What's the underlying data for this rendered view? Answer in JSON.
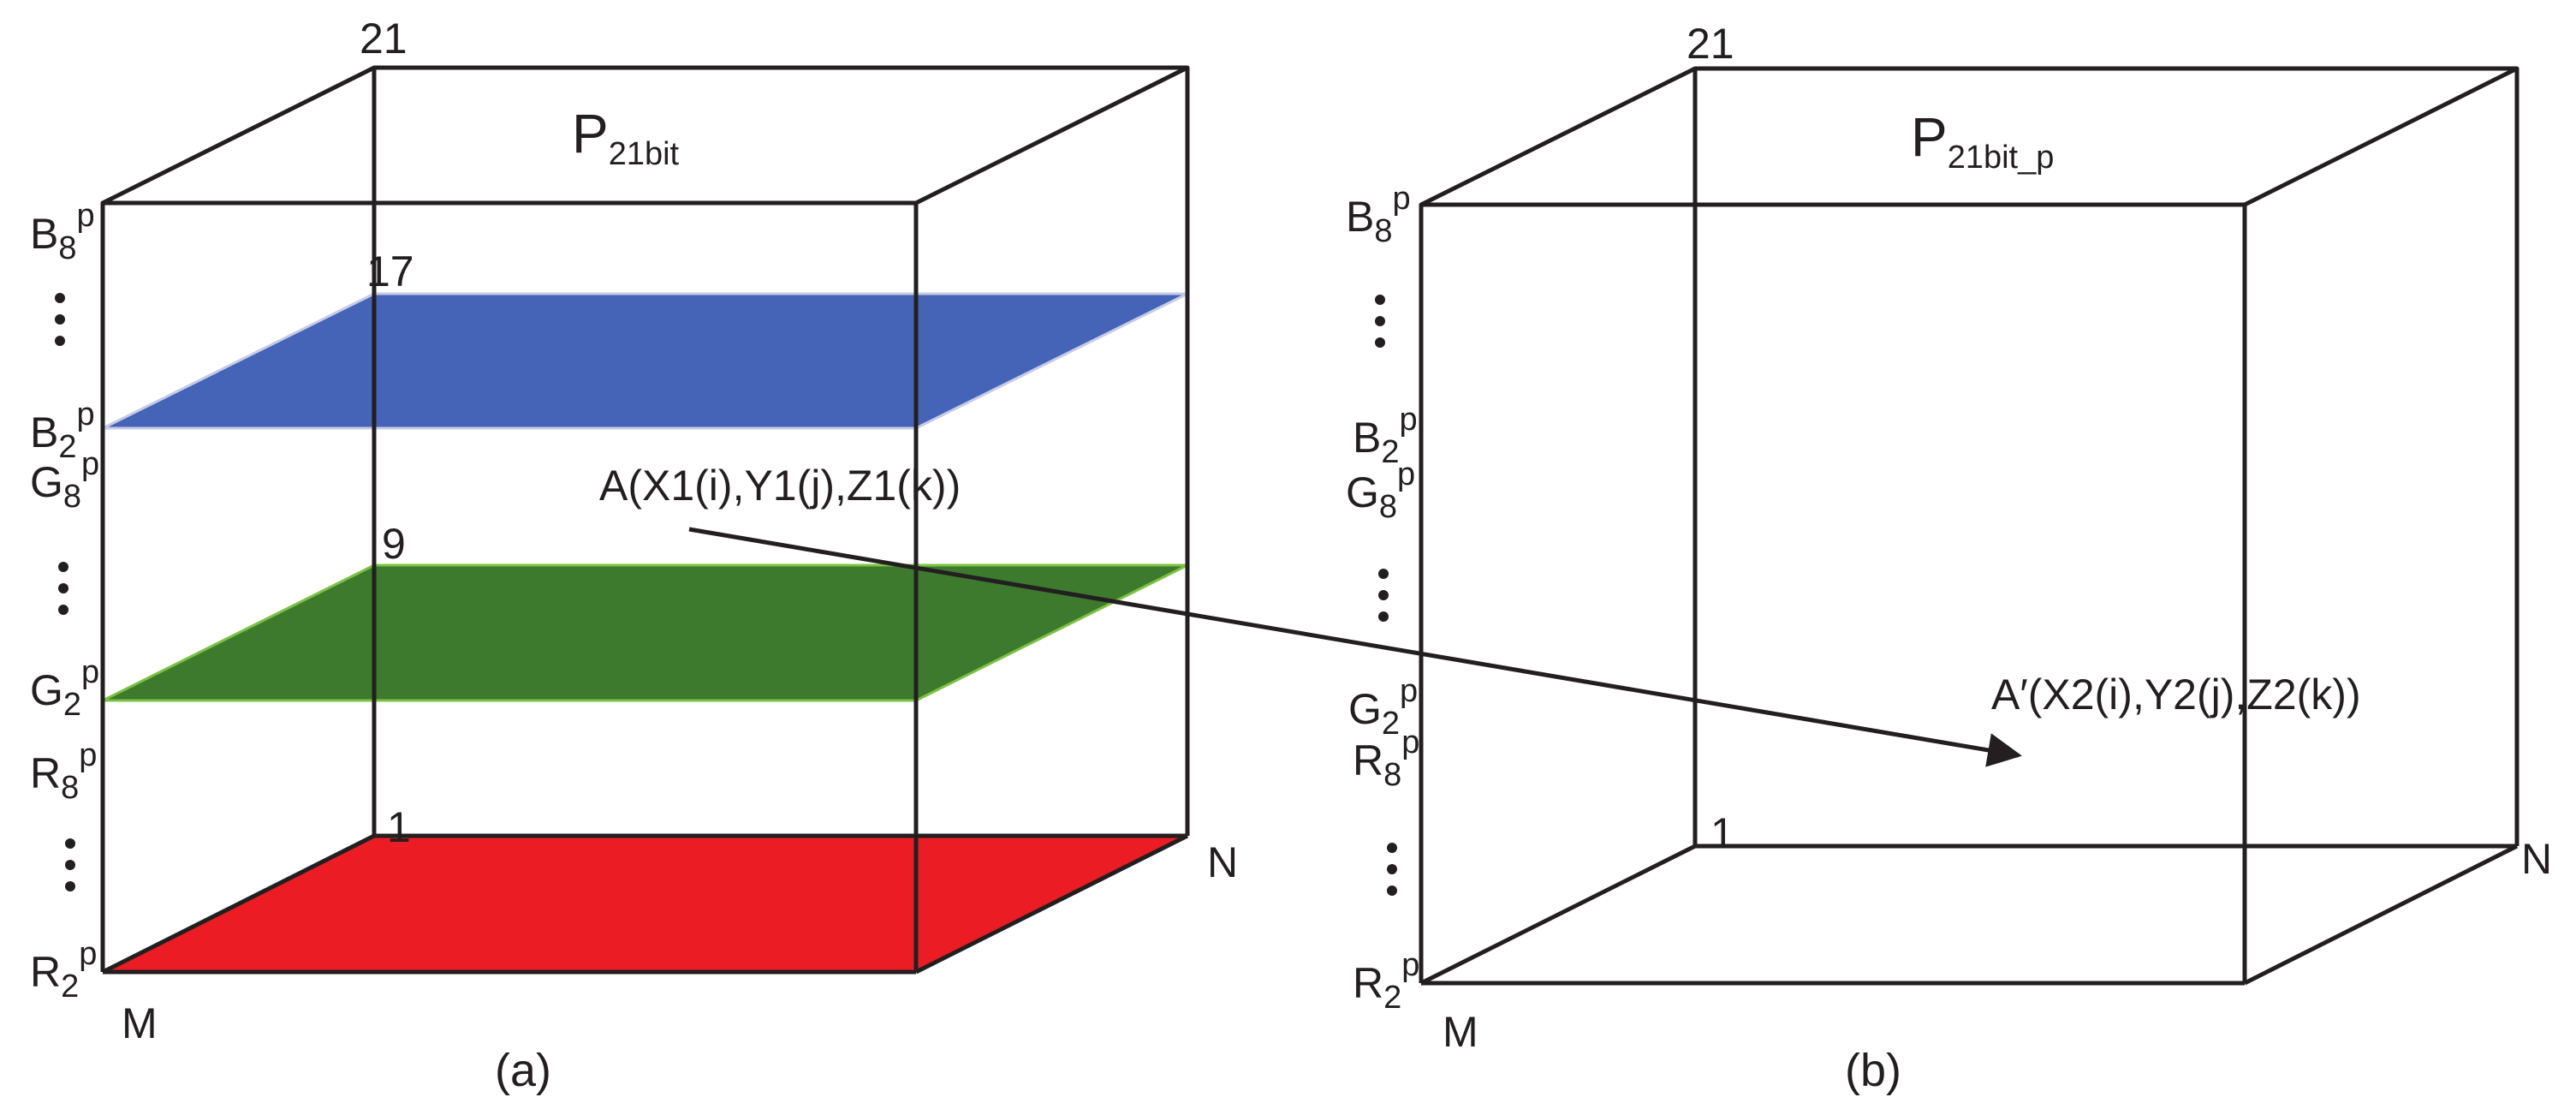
{
  "colors": {
    "line": "#231f20",
    "blue_plane": "#4563b7",
    "green_plane": "#3d7a2d",
    "red_plane": "#ec1c24"
  },
  "panel_a": {
    "title_main": "P",
    "title_sub": "21bit",
    "levels": {
      "top": "21",
      "blue": "17",
      "green": "9",
      "bottom": "1"
    },
    "left_labels": {
      "b8": {
        "base": "B",
        "sub": "8",
        "sup": "p"
      },
      "b2": {
        "base": "B",
        "sub": "2",
        "sup": "p"
      },
      "g8": {
        "base": "G",
        "sub": "8",
        "sup": "p"
      },
      "g2": {
        "base": "G",
        "sub": "2",
        "sup": "p"
      },
      "r8": {
        "base": "R",
        "sub": "8",
        "sup": "p"
      },
      "r2": {
        "base": "R",
        "sub": "2",
        "sup": "p"
      }
    },
    "corner_m": "M",
    "corner_n": "N",
    "point_label": "A(X1(i),Y1(j),Z1(k))",
    "caption": "(a)"
  },
  "panel_b": {
    "title_main": "P",
    "title_sub": "21bit_p",
    "levels": {
      "top": "21",
      "bottom": "1"
    },
    "left_labels": {
      "b8": {
        "base": "B",
        "sub": "8",
        "sup": "p"
      },
      "b2": {
        "base": "B",
        "sub": "2",
        "sup": "p"
      },
      "g8": {
        "base": "G",
        "sub": "8",
        "sup": "p"
      },
      "g2": {
        "base": "G",
        "sub": "2",
        "sup": "p"
      },
      "r8": {
        "base": "R",
        "sub": "8",
        "sup": "p"
      },
      "r2": {
        "base": "R",
        "sub": "2",
        "sup": "p"
      }
    },
    "corner_m": "M",
    "corner_n": "N",
    "point_label": "A′(X2(i),Y2(j),Z2(k))",
    "caption": "(b)"
  }
}
